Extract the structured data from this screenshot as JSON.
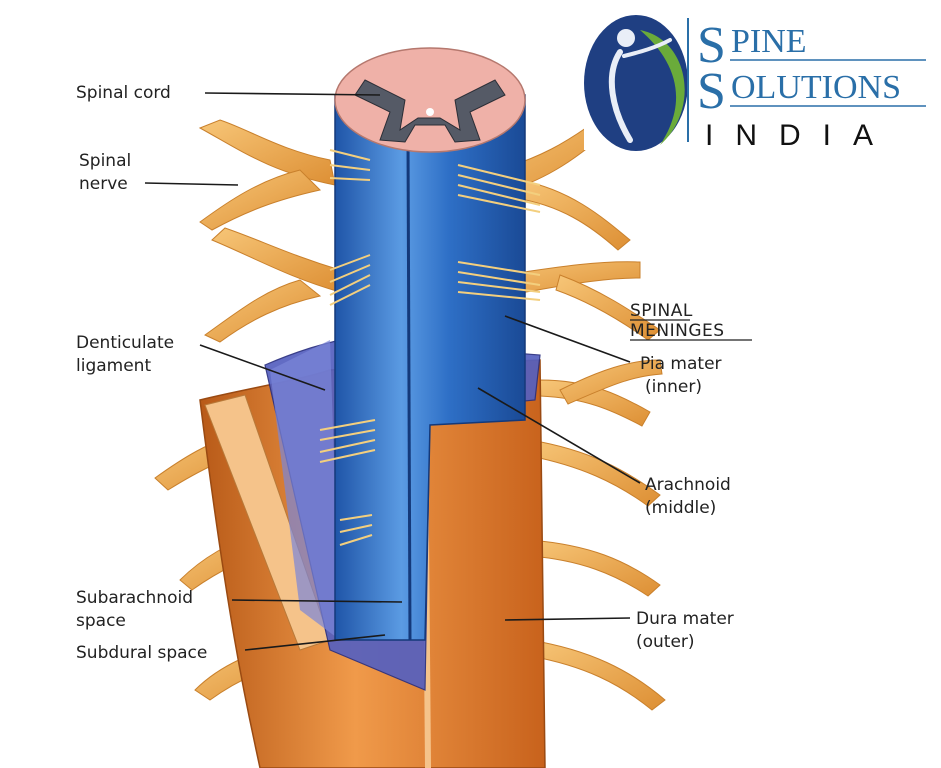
{
  "colors": {
    "nerve": "#f2b25a",
    "nerve_dark": "#d98a2e",
    "pia": "#2e6fc6",
    "pia_light": "#5b9be3",
    "dura": "#e27a2a",
    "dura_dark": "#b85a18",
    "cord_top": "#efb1a8",
    "grey_matter": "#555a66",
    "logo_blue": "#2a6fa8",
    "logo_green": "#6aab3a",
    "logo_navy": "#1f3f82"
  },
  "labels": {
    "spinal_cord": "Spinal cord",
    "spinal_nerve_1": "Spinal",
    "spinal_nerve_2": "nerve",
    "denticulate_1": "Denticulate",
    "denticulate_2": "ligament",
    "subarachnoid_1": "Subarachnoid",
    "subarachnoid_2": "space",
    "subdural": "Subdural space",
    "meninges_1": "SPINAL",
    "meninges_2": "MENINGES",
    "pia_1": "Pia mater",
    "pia_2": "(inner)",
    "arachnoid_1": "Arachnoid",
    "arachnoid_2": "(middle)",
    "dura_1": "Dura mater",
    "dura_2": "(outer)"
  },
  "logo": {
    "s1": "S",
    "pine": "PINE",
    "s2": "S",
    "olutions": "OLUTIONS",
    "india": "INDIA",
    "icon": "spine-figure-icon"
  }
}
